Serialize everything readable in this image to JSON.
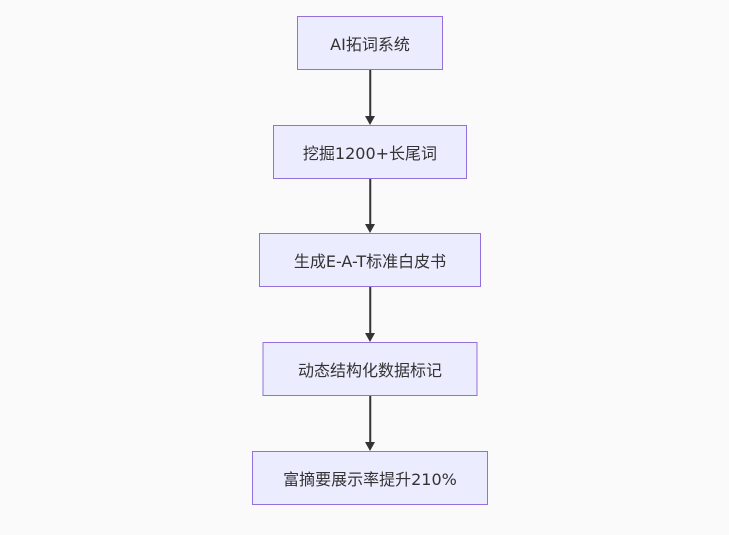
{
  "diagram": {
    "type": "flowchart",
    "direction": "top-down",
    "colors": {
      "background": "#fafafa",
      "node_fill": "#ececff",
      "node_border": "#9370db",
      "text": "#333333",
      "arrow": "#333333"
    },
    "nodes": [
      {
        "id": "n1",
        "label": "AI拓词系统"
      },
      {
        "id": "n2",
        "label": "挖掘1200+长尾词"
      },
      {
        "id": "n3",
        "label": "生成E-A-T标准白皮书"
      },
      {
        "id": "n4",
        "label": "动态结构化数据标记"
      },
      {
        "id": "n5",
        "label": "富摘要展示率提升210%"
      }
    ],
    "edges": [
      {
        "from": "n1",
        "to": "n2"
      },
      {
        "from": "n2",
        "to": "n3"
      },
      {
        "from": "n3",
        "to": "n4"
      },
      {
        "from": "n4",
        "to": "n5"
      }
    ]
  }
}
